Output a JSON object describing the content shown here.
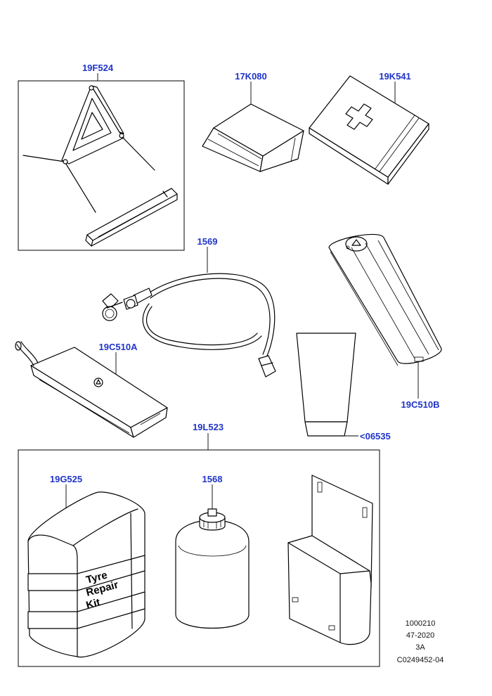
{
  "diagram": {
    "parts": {
      "warning_triangle": "19F524",
      "first_aid_kit": "17K080",
      "first_aid_case": "19K541",
      "hose": "1569",
      "holder_a": "19C510A",
      "holder_b": "19C510B",
      "cup": "<06535",
      "repair_kit_group": "19L523",
      "repair_kit_box": "19G525",
      "sealant_bottle": "1568"
    },
    "kit_text": {
      "line1": "Tyre",
      "line2": "Repair",
      "line3": "Kit"
    },
    "reference": {
      "line1": "1000210",
      "line2": "47-2020",
      "line3": "3A",
      "line4": "C0249452-04"
    },
    "colors": {
      "label": "#1f34c9",
      "line": "#000000"
    }
  }
}
